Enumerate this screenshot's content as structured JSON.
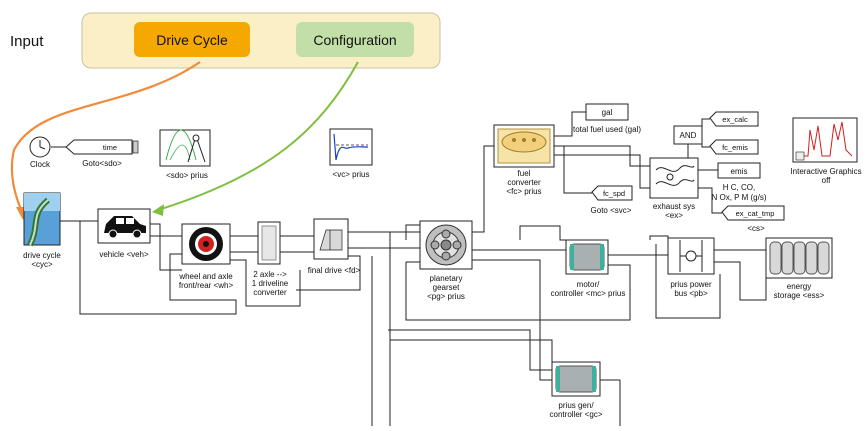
{
  "input_panel": {
    "label": "Input",
    "buttons": [
      {
        "label": "Drive Cycle",
        "color": "#f5a800"
      },
      {
        "label": "Configuration",
        "color": "#c3dfa8"
      }
    ],
    "panel_color": "#fbefc5"
  },
  "arrows": {
    "drive_cycle_color": "#f08a3c",
    "configuration_color": "#7fbf3f"
  },
  "blocks": {
    "clock": "Clock",
    "goto_time_tag": "time",
    "goto_sdo": "Goto<sdo>",
    "sdo_scope": "<sdo> prius",
    "vc_scope": "<vc> prius",
    "drive_cycle_l1": "drive cycle",
    "drive_cycle_l2": "<cyc>",
    "vehicle": "vehicle <veh>",
    "wheel_l1": "wheel and axle",
    "wheel_l2": "front/rear <wh>",
    "axle_l1": "2 axle -->",
    "axle_l2": "1 driveline",
    "axle_l3": "converter",
    "final_drive": "final drive <fd>",
    "gearset_l1": "planetary",
    "gearset_l2": "gearset",
    "gearset_l3": "<pg> prius",
    "fuel_l1": "fuel",
    "fuel_l2": "converter",
    "fuel_l3": "<fc> prius",
    "gal": "gal",
    "total_fuel": "total fuel used (gal)",
    "fc_spd": "fc_spd",
    "goto_svc": "Goto <svc>",
    "and_gate": "AND",
    "ex_calc": "ex_calc",
    "fc_emis": "fc_emis",
    "exhaust_l1": "exhaust sys",
    "exhaust_l2": "<ex>",
    "emis": "emis",
    "emis_desc_l1": "H C, CO,",
    "emis_desc_l2": "N Ox, P M (g/s)",
    "ex_cat_tmp": "ex_cat_tmp",
    "cs": "<cs>",
    "interactive_l1": "Interactive Graphics",
    "interactive_l2": "off",
    "motor_l1": "motor/",
    "motor_l2": "controller <mc> prius",
    "bus_l1": "prius power",
    "bus_l2": "bus <pb>",
    "energy_l1": "energy",
    "energy_l2": "storage <ess>",
    "gen_l1": "prius gen/",
    "gen_l2": "controller <gc>"
  }
}
